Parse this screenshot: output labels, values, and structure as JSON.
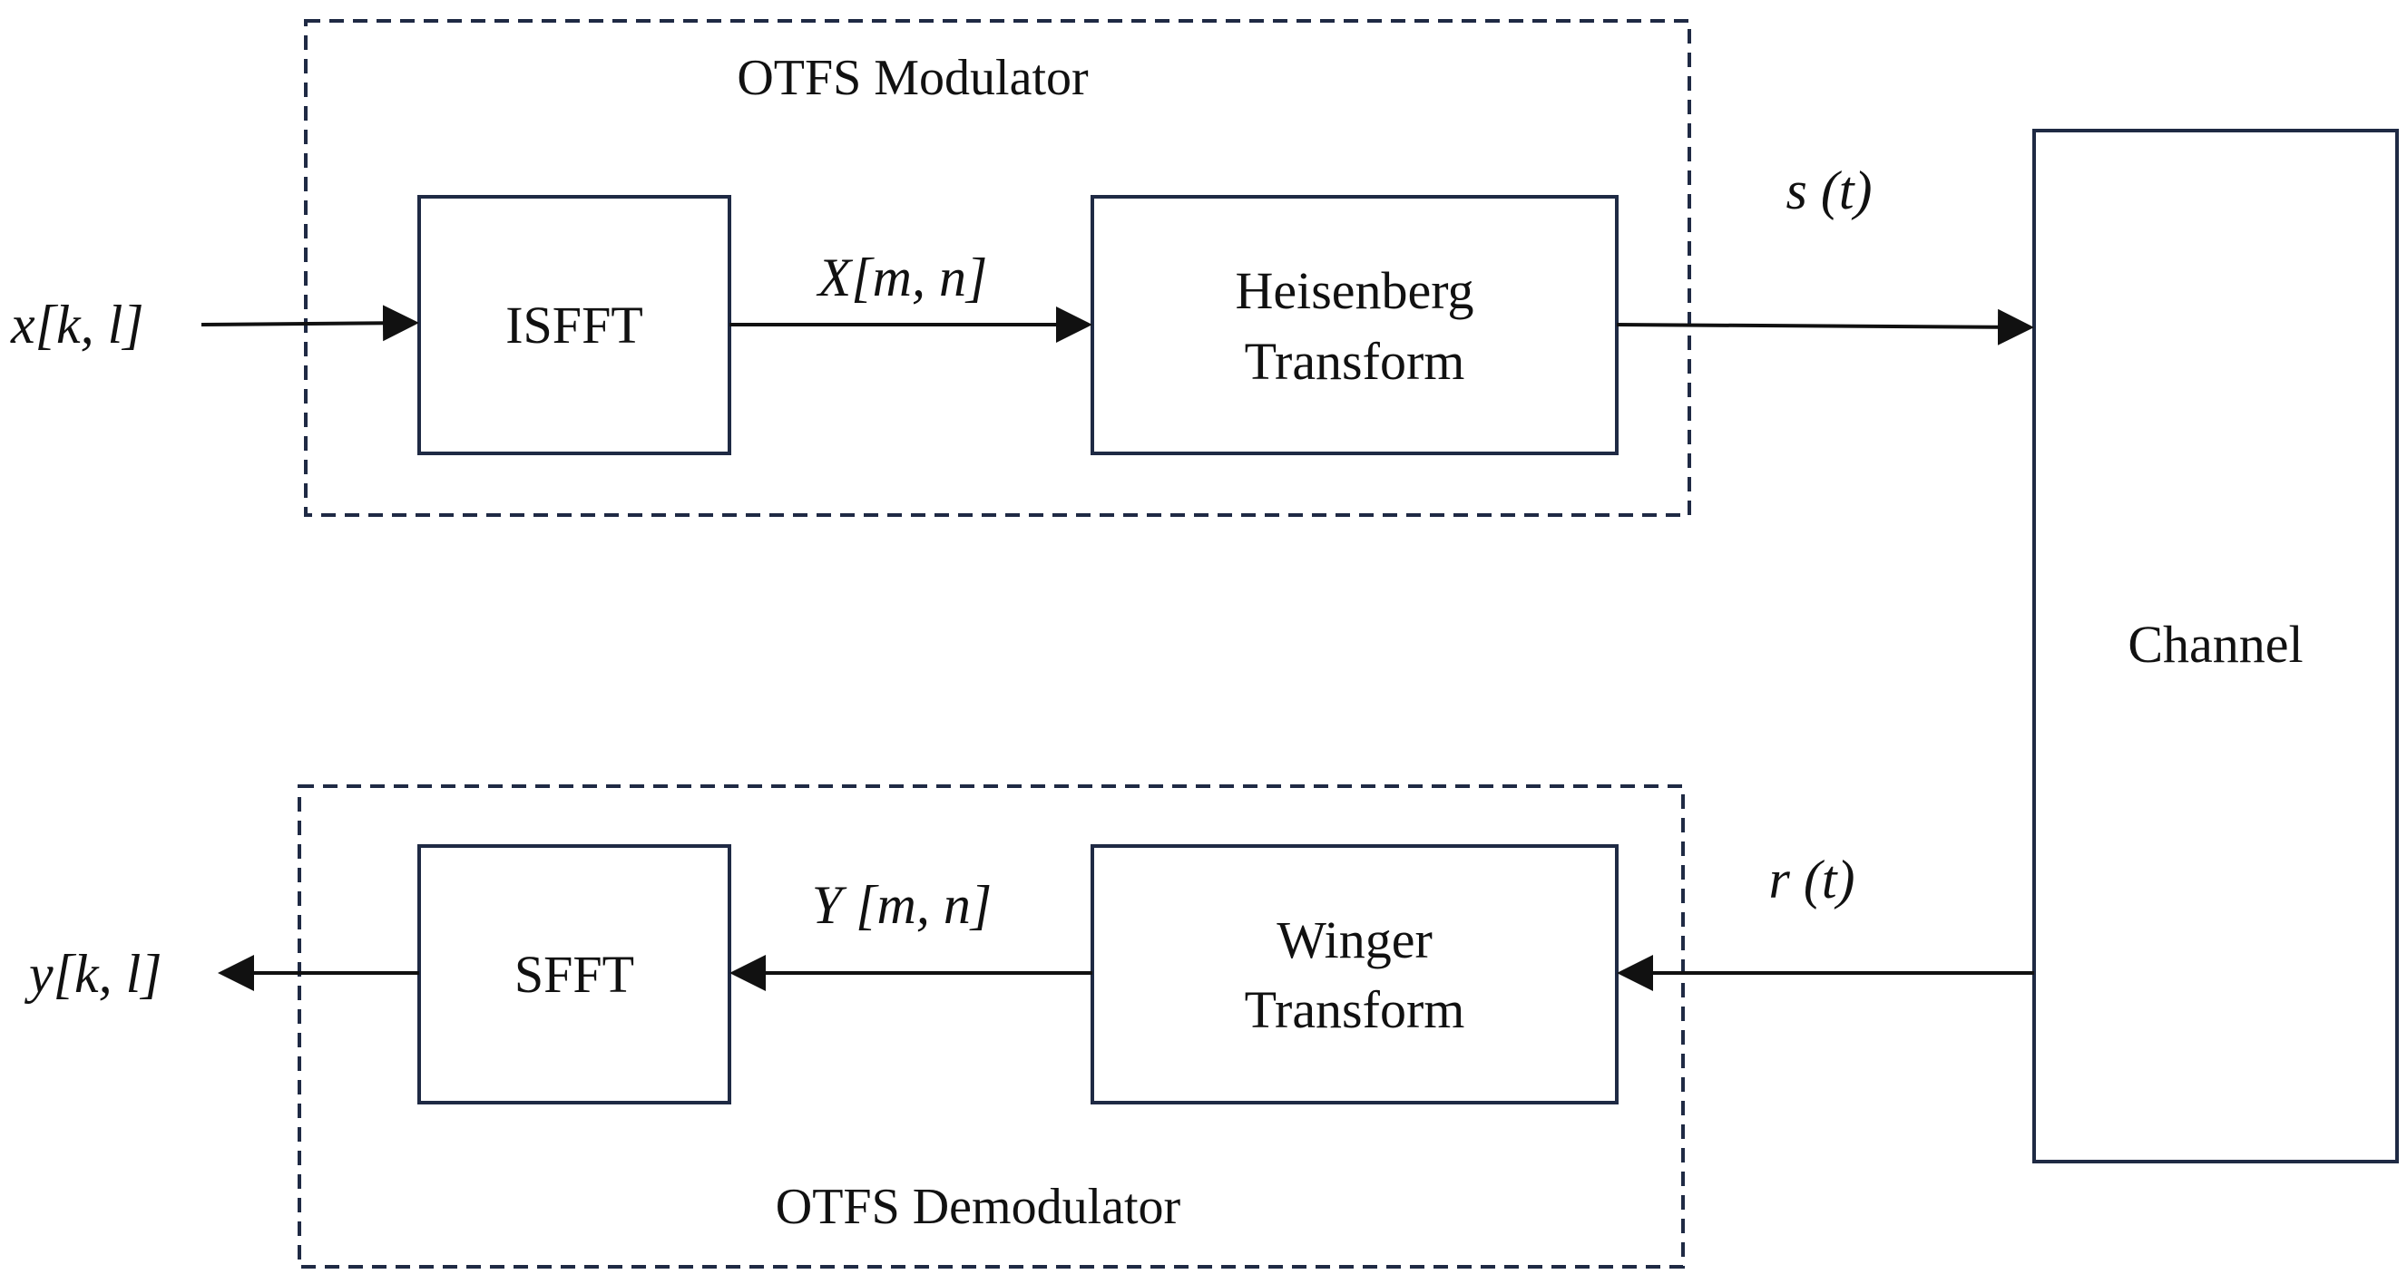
{
  "groups": {
    "modulator": {
      "label": "OTFS Modulator"
    },
    "demodulator": {
      "label": "OTFS Demodulator"
    }
  },
  "blocks": {
    "isfft": "ISFFT",
    "heisenberg": {
      "line1": "Heisenberg",
      "line2": "Transform"
    },
    "channel": "Channel",
    "sfft": "SFFT",
    "winger": {
      "line1": "Winger",
      "line2": "Transform"
    }
  },
  "signals": {
    "input": "x[k, l]",
    "tf_tx": "X[m, n]",
    "tx_time": "s (t)",
    "rx_time": "r (t)",
    "tf_rx": "Y [m, n]",
    "output": "y[k, l]"
  },
  "colors": {
    "box_stroke": "#1f2a44",
    "text": "#111111",
    "background": "#ffffff"
  }
}
